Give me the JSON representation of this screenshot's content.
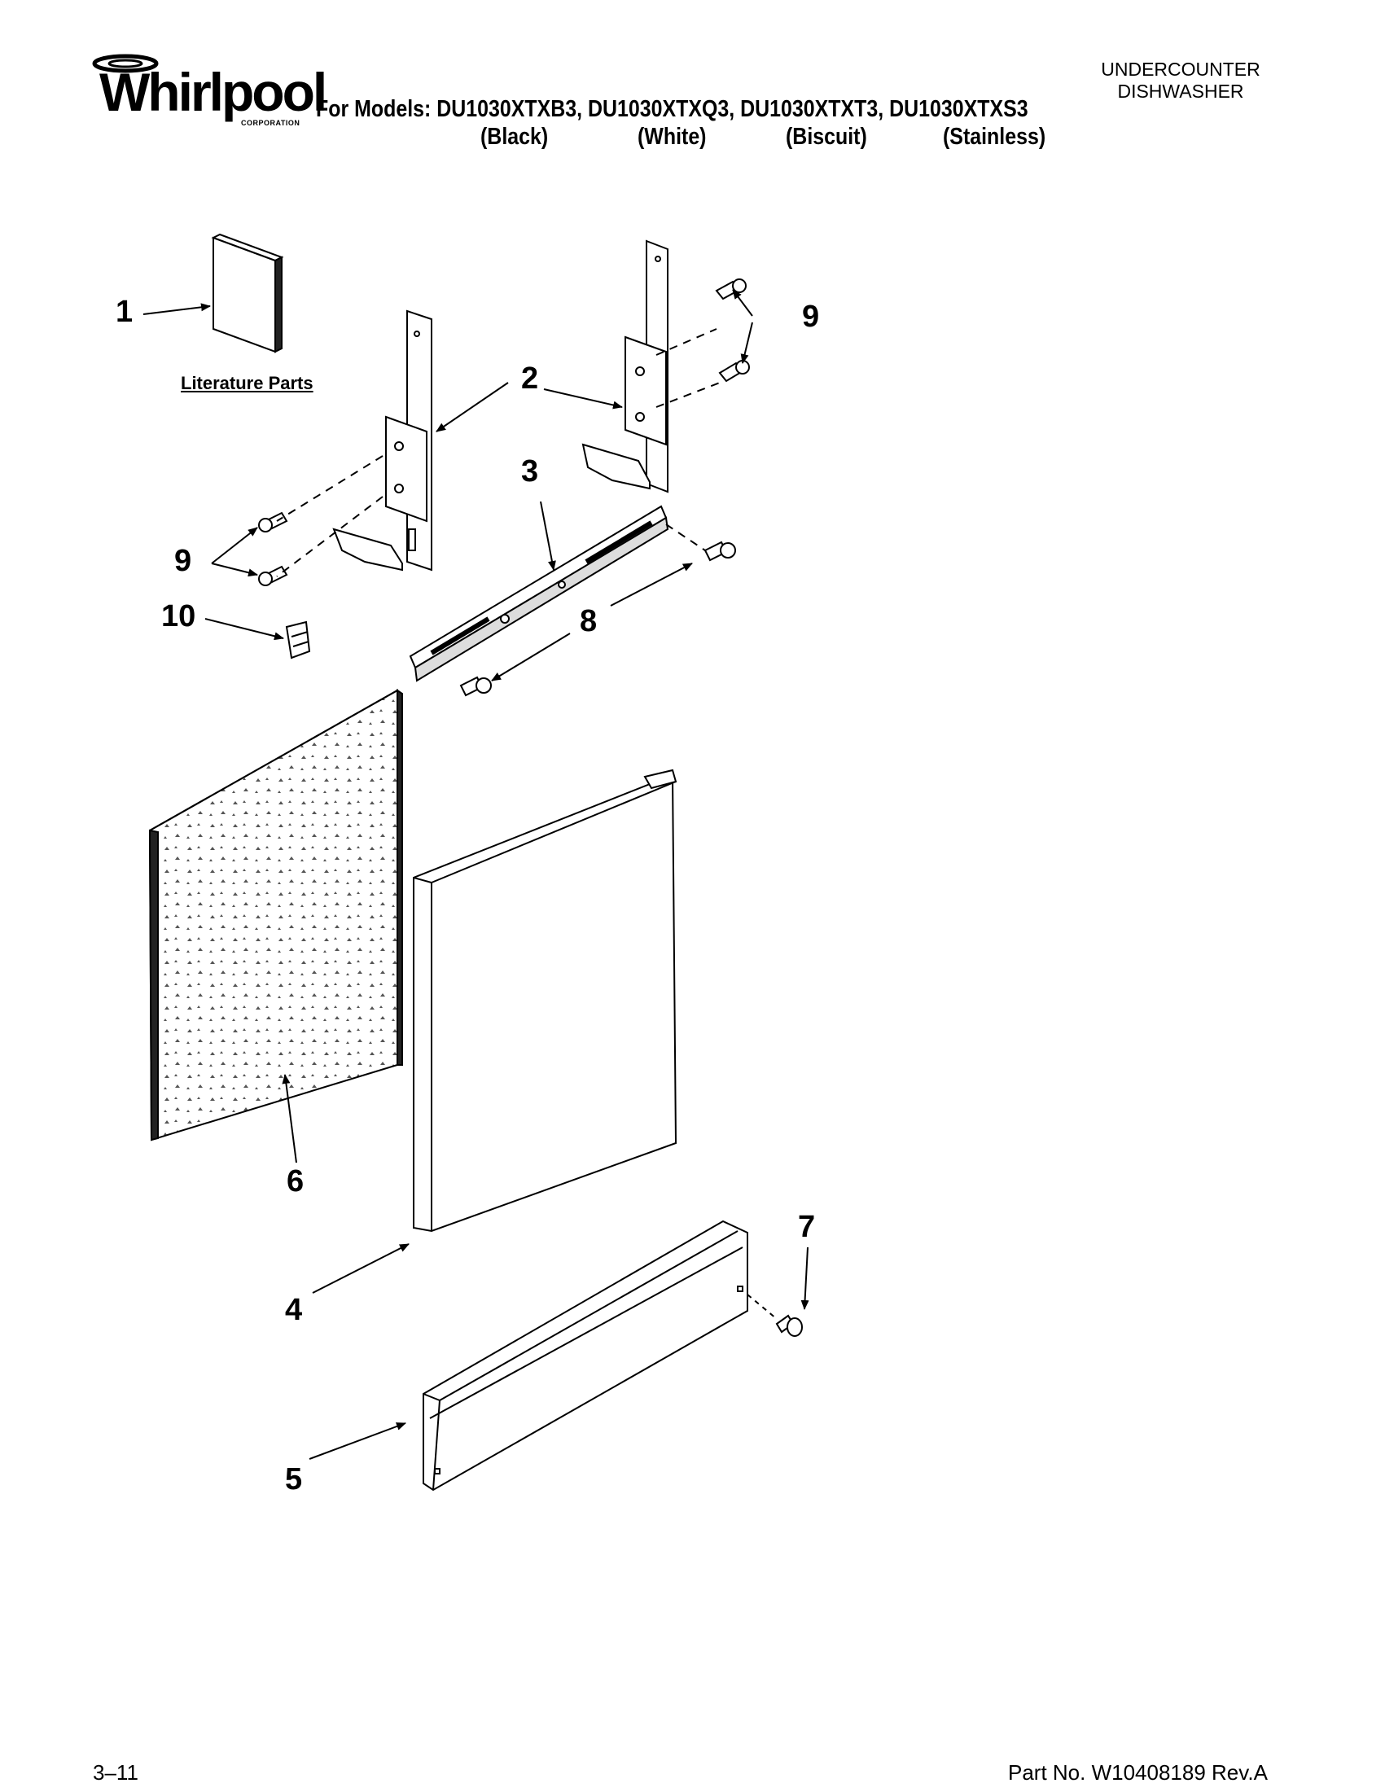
{
  "brand": {
    "name": "Whirlpool",
    "subtitle": "CORPORATION"
  },
  "header": {
    "models_line": "For Models: DU1030XTXB3, DU1030XTXQ3, DU1030XTXT3, DU1030XTXS3",
    "colors": [
      "(Black)",
      "(White)",
      "(Biscuit)",
      "(Stainless)"
    ],
    "product_type": [
      "UNDERCOUNTER",
      "DISHWASHER"
    ]
  },
  "diagram": {
    "literature_label": "Literature Parts",
    "callouts": {
      "c1": "1",
      "c2": "2",
      "c3": "3",
      "c4": "4",
      "c5": "5",
      "c6": "6",
      "c7": "7",
      "c8": "8",
      "c9a": "9",
      "c9b": "9",
      "c10": "10"
    }
  },
  "footer": {
    "page": "3–11",
    "part_no": "Part No. W10408189 Rev.A"
  }
}
